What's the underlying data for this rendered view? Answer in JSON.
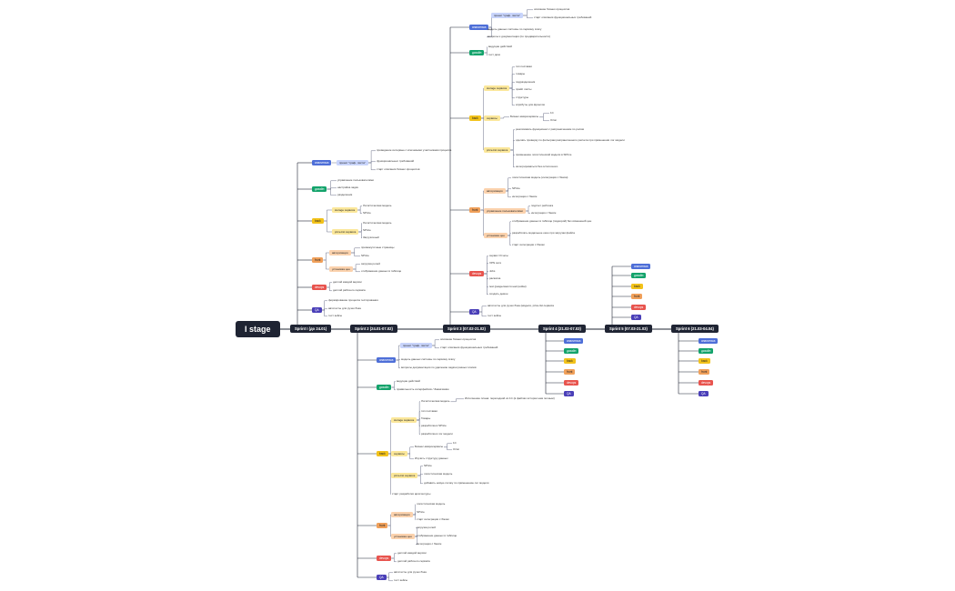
{
  "root": {
    "label": "I stage"
  },
  "sprints": [
    {
      "label": "Sprint I (до 24.01)"
    },
    {
      "label": "Sprint 2 (24.01-07.02)"
    },
    {
      "label": "Sprint 3 (07.02-21.02)"
    },
    {
      "label": "Sprint 4 (21.02-07.03)"
    },
    {
      "label": "Sprint 5 (07.03-21.03)"
    },
    {
      "label": "Sprint 6 (21.03-04.04)"
    }
  ],
  "categories": {
    "analytics": "аналитика",
    "design": "дизайн",
    "back": "back",
    "front": "front",
    "devops": "devops",
    "qa": "QA"
  },
  "subs": {
    "project_graph": "проект \"граф. листа\"",
    "storage": "storage сервиса",
    "price_list": "price-list сервиса",
    "services": "сервисы",
    "authorization": "авторизация",
    "auth_long": "управление пользователями",
    "units": "установка цен"
  },
  "s1": {
    "a1": "проведение интервью с ключевыми участниками процесса",
    "a2": "функциональных требований",
    "a3": "старт описания бизнес-процессов",
    "d1": "управление пользователями",
    "d2": "настройка задач",
    "d3": "разделения",
    "b1": "Логистическая модель",
    "b2": "SPrice",
    "b3": "Логистическая модель",
    "b4": "SPrice",
    "b5": "Загрузочный",
    "f1": "промежуточные страницы",
    "f2": "SPrice",
    "f3": "загрузка ролей",
    "f4": "отображение данных в таблице",
    "o1": "деплой каждой версии",
    "o2": "деплой рабочего сервиса",
    "q1": "формирование процесса тестирования",
    "q2": "автотесты для ручек бэка",
    "q3": "тест кейсы"
  },
  "s2": {
    "a1": "описание бизнес-процессов",
    "a2": "старт описания функциональных требований",
    "a3": "модель данных системы по первому этапу",
    "a4": "вопросы документации по удалению задачи разных этапов",
    "d1": "ведущие действий",
    "d2": "правильность интерфейсов / Заказчикам",
    "b1": "Логистическая модель",
    "b1n": "Исполнение плана: переходной из 1С (в файлах истории нам полным)",
    "b2": "тип поставки",
    "b3": "Товары",
    "b4": "разработка в SPrice",
    "b5": "разработка в лог модели",
    "b6": "Бизнес-микросервисы",
    "b6a": "1С",
    "b6b": "Ozon",
    "b7": "Изучить структуру данных",
    "b8": "SPrice",
    "b9": "логистическая модель",
    "b10": "добавить новую логику по применению лог модели",
    "b11": "старт разработки архитектуры",
    "f1": "логистическая модель",
    "f2": "SPrice",
    "f3": "старт интеграции с бэком",
    "f4": "загрузка ролей",
    "f5": "отображение данных в таблице",
    "f6": "интеграция с бэком",
    "o1": "деплой каждой версии",
    "o2": "деплой рабочего сервиса",
    "q1": "автотесты для ручек бэка",
    "q2": "тест кейсы"
  },
  "s3": {
    "a1": "описание бизнес-процессов",
    "a2": "старт описания функциональных требований",
    "a3": "модель данных системы по первому этапу",
    "a4": "вопросы и документация (по предварительности)",
    "d1": "ведущие действий",
    "d2": "тест дизо",
    "b1": "тип поставки",
    "b2": "товары",
    "b3": "подразделения",
    "b4": "прайс листы",
    "b5": "структуры",
    "b6": "атрибуты для фронтов",
    "b7": "Бизнес-микросервисы",
    "b7a": "1С",
    "b7b": "Ozon",
    "b8": "реализовать функционал с разграничением по ролям",
    "b9": "сделать проверку по фильтрам разграниченного расчета при применении лог модели",
    "b10": "применение логистической модели в SPrice",
    "b11": "интегрироваться без остаточного",
    "f1": "логистическая модель (интеграция с бэком)",
    "f2": "SPrice",
    "f3": "интеграция с бэком",
    "f4": "подсчет рейтинга",
    "f5": "интеграция с бэком",
    "f6": "отображение данных в таблице (подкорой) без изменений цен",
    "f7": "разработать модальное окно при загрузки файла",
    "f8": "старт интеграции с бэком",
    "o1": "сервис Отчеты",
    "o2": "VPN сети",
    "o3": "Jobs",
    "o4": "раскатка",
    "o5": "test (разделяются настройки)",
    "o6": "создать демон",
    "q1": "автотесты для ручек бэка (модели, price-list сервиса",
    "q2": "тест кейсы"
  }
}
